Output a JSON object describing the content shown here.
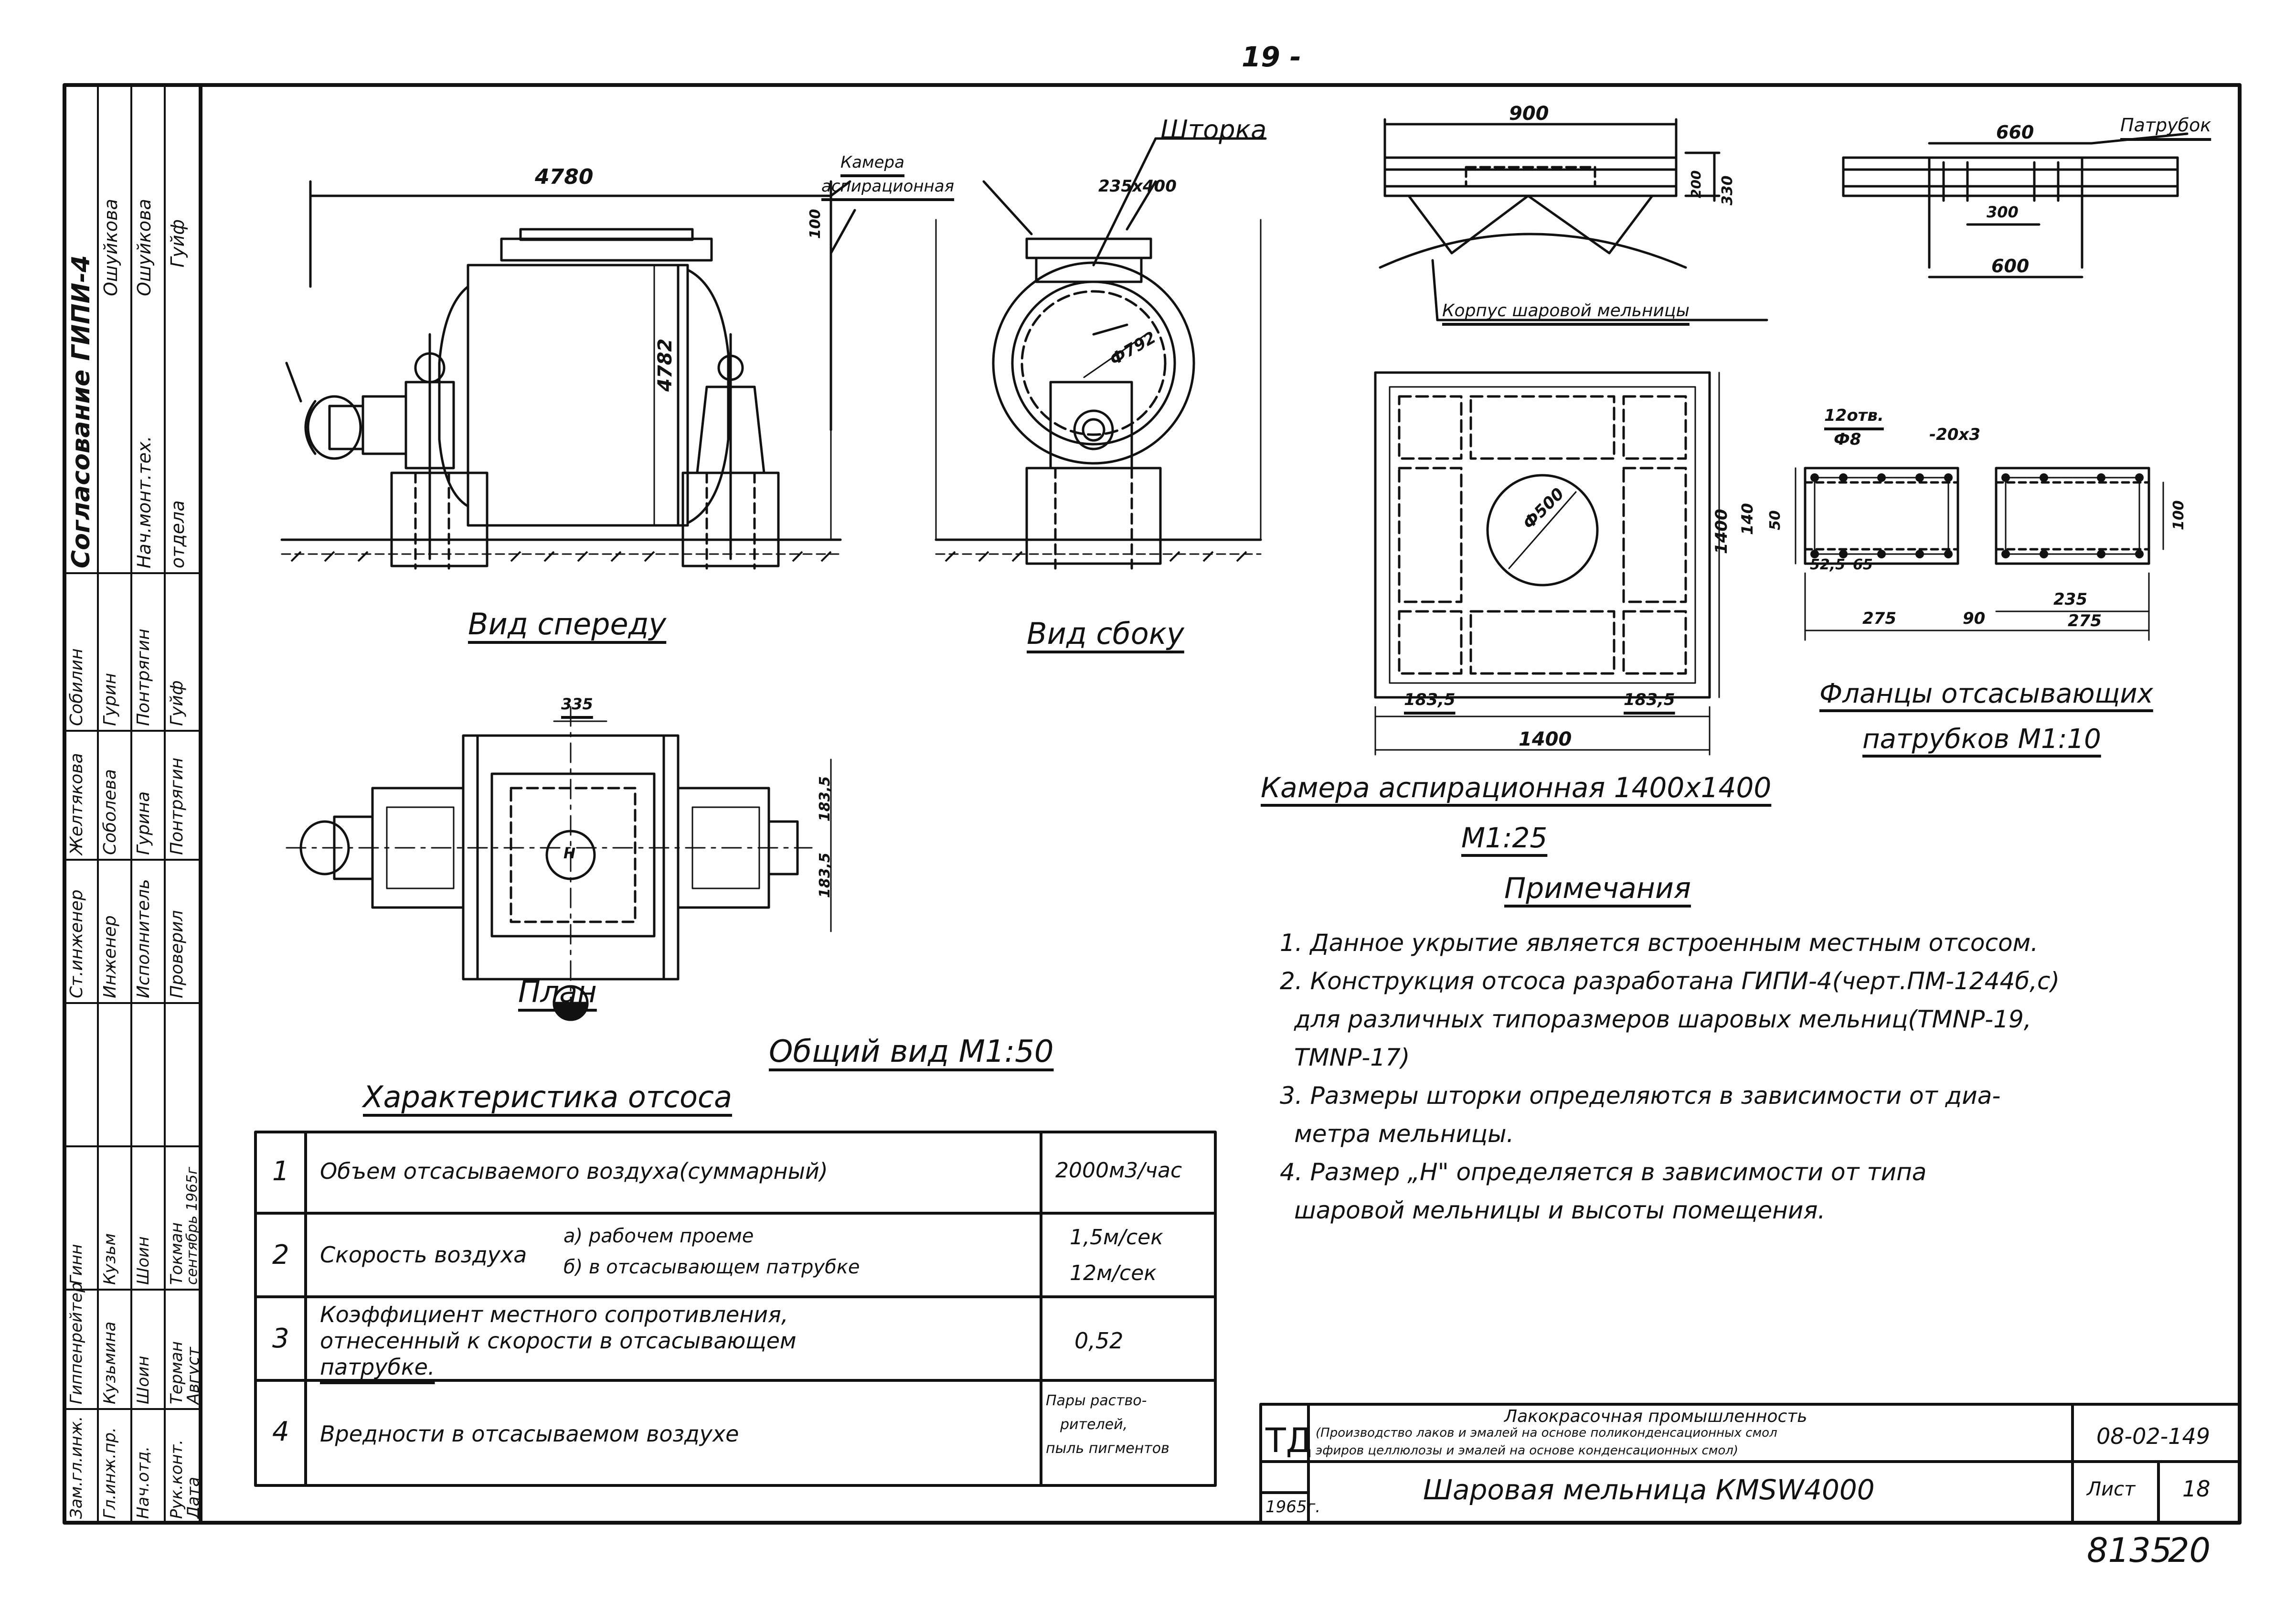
{
  "page_number": "19 -",
  "sheet_bottom_right": {
    "series": "8135",
    "page": "20"
  },
  "views": {
    "front_view": "Вид спереду",
    "side_view": "Вид сбоку",
    "plan": "План",
    "general_view_title": "Общий вид М1:50",
    "shutter_label": "Шторка",
    "aspiration_chamber_label_1": "Камера",
    "aspiration_chamber_label_2": "аспирационная",
    "mill_body_label": "Корпус шаровой мельницы",
    "branch_pipe_label": "Патрубок",
    "aspiration_chamber_title": "Камера аспирационная 1400х1400",
    "aspiration_chamber_scale": "М1:25",
    "flanges_title_1": "Фланцы отсасывающих",
    "flanges_title_2": "патрубков М1:10"
  },
  "dimensions": {
    "d4780": "4780",
    "d4782": "4782",
    "d100": "100",
    "d235x400": "235х400",
    "d4792": "Ф792",
    "d900": "900",
    "d200": "200",
    "d330": "330",
    "d660": "660",
    "d300": "300",
    "d600": "600",
    "d1400_v": "1400",
    "d1400_h": "1400",
    "d1835_a": "183,5",
    "d1835_b": "183,5",
    "d500": "Ф500",
    "d12otv": "12отв.",
    "d8": "Ф8",
    "d20x3": "-20х3",
    "d140": "140",
    "d50": "50",
    "d525": "52,5",
    "d65": "65",
    "d100b": "100",
    "d235": "235",
    "d275a": "275",
    "d90": "90",
    "d275b": "275",
    "d335": "335",
    "p1835a": "183,5",
    "p1835b": "183,5",
    "p_h": "Н"
  },
  "notes": {
    "title": "Примечания",
    "lines": [
      "1. Данное укрытие является встроенным местным отсосом.",
      "2. Конструкция отсоса разработана ГИПИ-4(черт.ПМ-1244б,с)",
      "для различных типоразмеров шаровых мельниц(ТМNР-19,",
      "ТМNР-17)",
      "3. Размеры шторки определяются в зависимости от диа-",
      "метра мельницы.",
      "4. Размер „Н\" определяется в зависимости от типа",
      "шаровой мельницы и высоты помещения."
    ]
  },
  "characteristics": {
    "title": "Характеристика отсоса",
    "rows": [
      {
        "num": "1",
        "name": "Объем отсасываемого воздуха(суммарный)",
        "value": "2000м3/час"
      },
      {
        "num": "2",
        "name": "Скорость воздуха",
        "sub_a": "а) рабочем проеме",
        "sub_b": "б) в отсасывающем патрубке",
        "value_a": "1,5м/сек",
        "value_b": "12м/сек"
      },
      {
        "num": "3",
        "name_1": "Коэффициент местного сопротивления,",
        "name_2": "отнесенный к скорости в отсасывающем",
        "name_3": "патрубке.",
        "value": "0,52"
      },
      {
        "num": "4",
        "name": "Вредности в отсасываемом воздухе",
        "value_1": "Пары раство-",
        "value_2": "рителей,",
        "value_3": "пыль пигментов"
      }
    ]
  },
  "title_block": {
    "td": "ТД",
    "year": "1965г.",
    "industry_1": "Лакокрасочная промышленность",
    "industry_2": "(Производство лаков и эмалей на основе поликонденсационных смол",
    "industry_3": "эфиров целлюлозы и эмалей на основе конденсационных смол)",
    "code": "08-02-149",
    "drawing_title": "Шаровая мельница КМSW4000",
    "sheet_label": "Лист",
    "sheet_no": "18"
  },
  "sidebar": {
    "approval": "Согласование ГИПИ-4",
    "cols": [
      {
        "role": "Нач.монт.тех.",
        "name": "Ошуйкова",
        "sign": "Ошуйкова"
      },
      {
        "role": "отдела",
        "name": "",
        "sign": "Гуйф"
      },
      {
        "role": "Ст.инженер",
        "name": "Желтякова",
        "sign": "Собилин"
      },
      {
        "role": "Инженер",
        "name": "Соболева",
        "sign": "Гурин"
      },
      {
        "role": "Исполнитель",
        "name": "Гурина",
        "sign": "Понтрягин"
      },
      {
        "role": "Проверил",
        "name": "Понтрягин",
        "sign": "Гуйф"
      },
      {
        "role": "Зам.гл.инж.",
        "name": "Гиппенрейтер",
        "sign": "Гинн"
      },
      {
        "role": "Гл.инж.пр.",
        "name": "Кузьмина",
        "sign": "Кузьм"
      },
      {
        "role": "Нач.отд.",
        "name": "Шоин",
        "sign": "Шоин"
      },
      {
        "role": "Рук.конт.",
        "name": "Терман",
        "sign": "Токман"
      },
      {
        "role": "Дата",
        "name": "Август",
        "sign": "сентябрь 1965г"
      }
    ]
  }
}
